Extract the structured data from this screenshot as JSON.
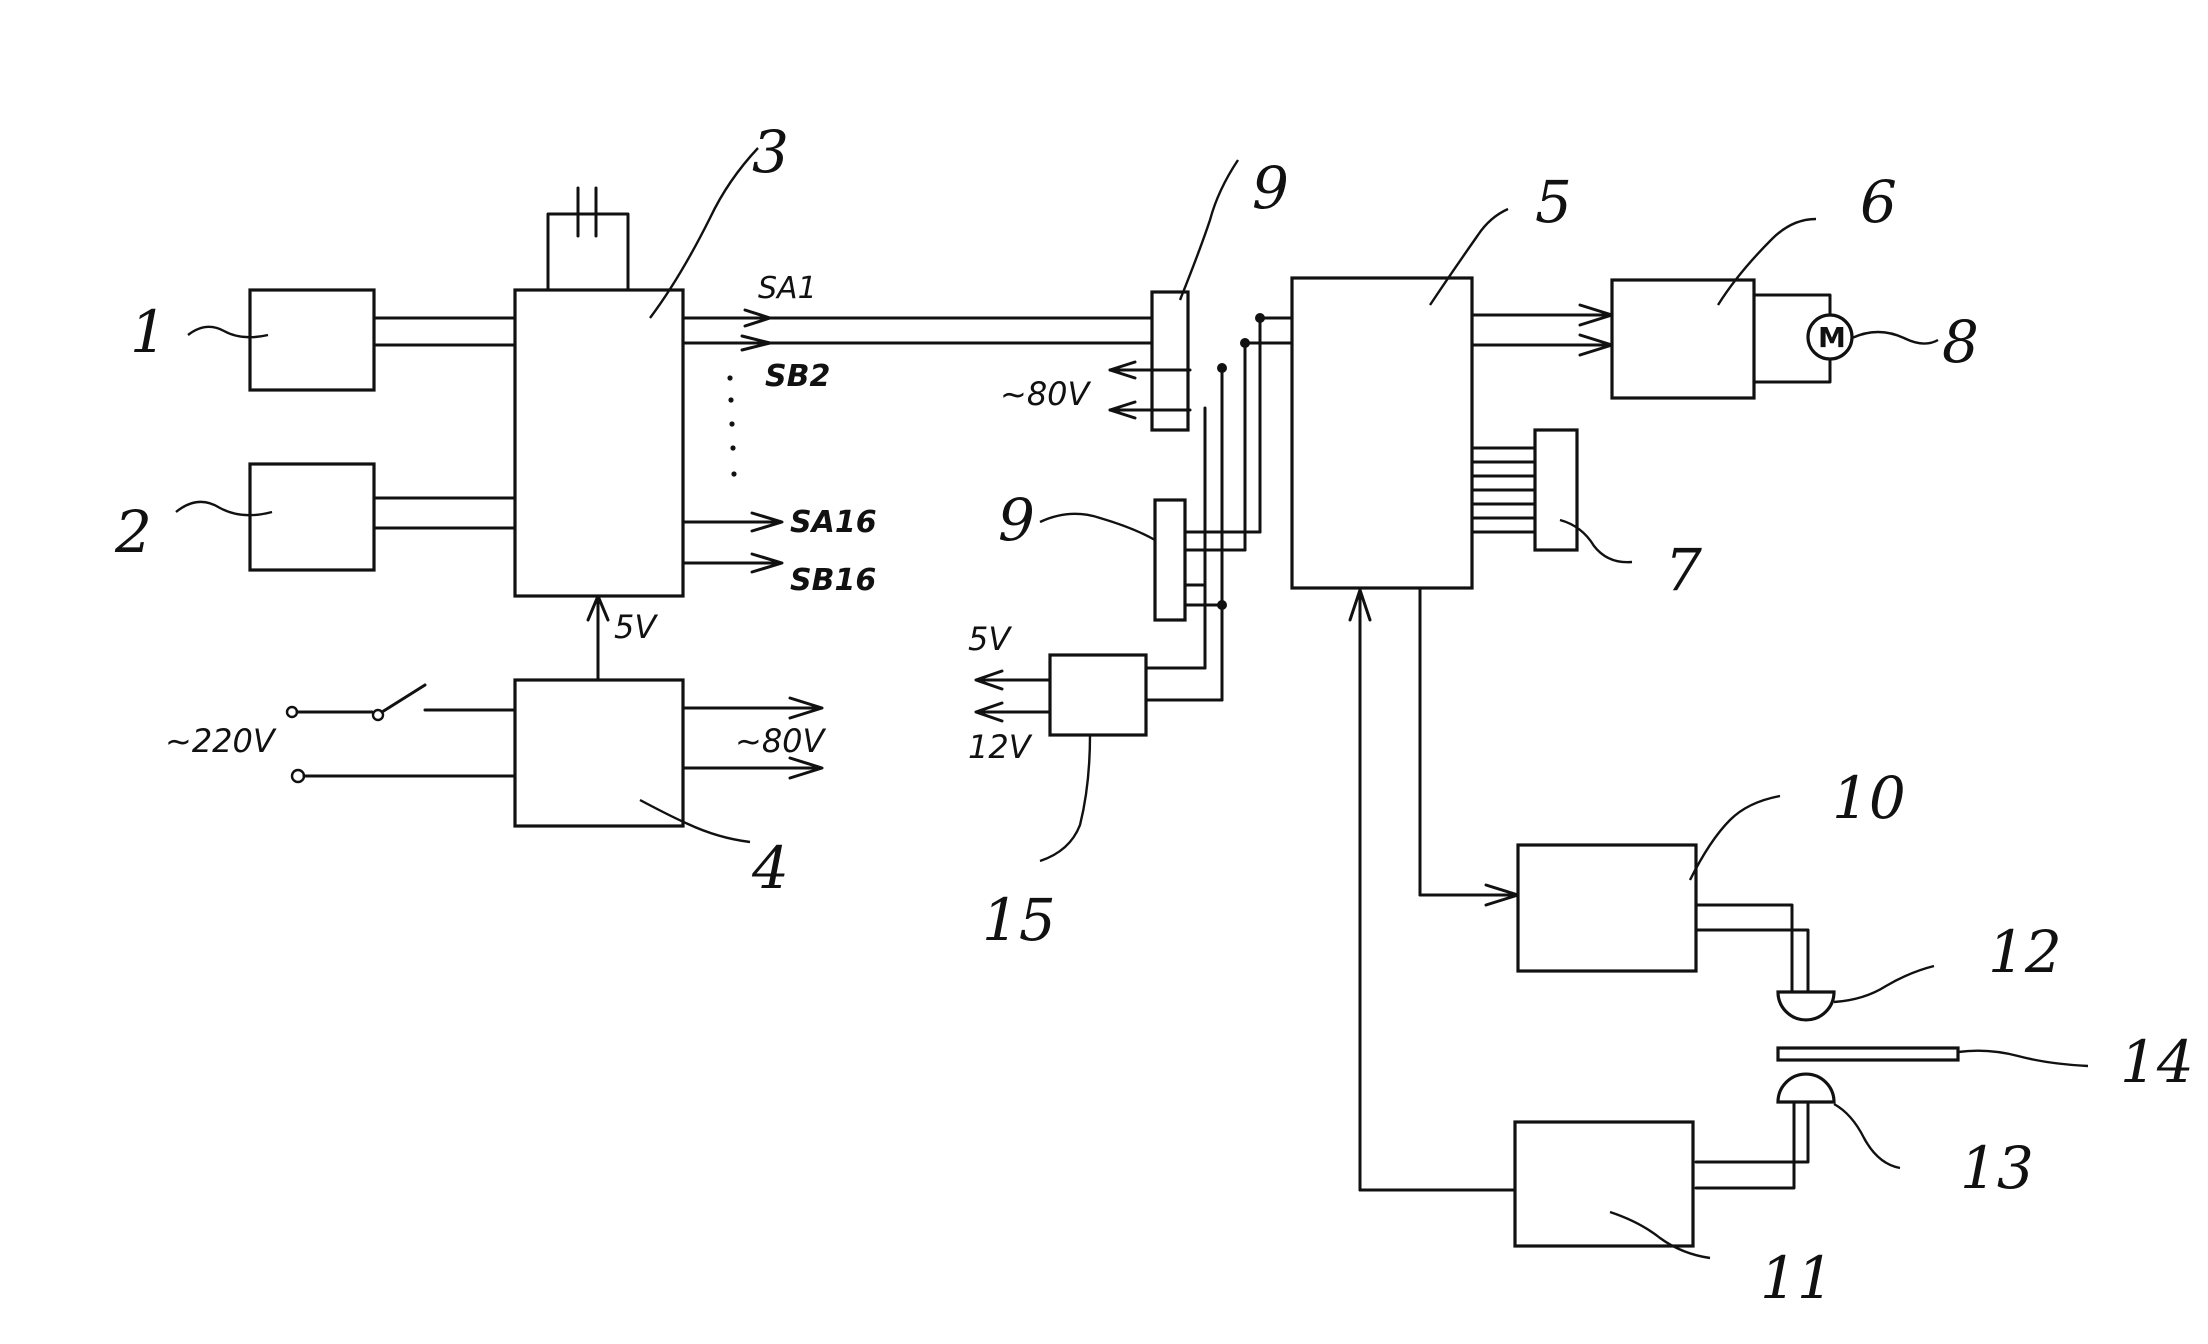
{
  "labels": {
    "n1": "1",
    "n2": "2",
    "n3": "3",
    "n4": "4",
    "n5": "5",
    "n6": "6",
    "n7": "7",
    "n8": "8",
    "n9a": "9",
    "n9b": "9",
    "n10": "10",
    "n11": "11",
    "n12": "12",
    "n13": "13",
    "n14": "14",
    "n15": "15"
  },
  "signals": {
    "sa1": "SA1",
    "sb2": "SB2",
    "sa16": "SA16",
    "sb16": "SB16"
  },
  "voltages": {
    "v5_main": "5V",
    "ac220": "~220V",
    "ac80_out": "~80V",
    "ac80_conn": "~80V",
    "v5_aux": "5V",
    "v12_aux": "12V"
  },
  "motor": {
    "symbol": "M"
  }
}
